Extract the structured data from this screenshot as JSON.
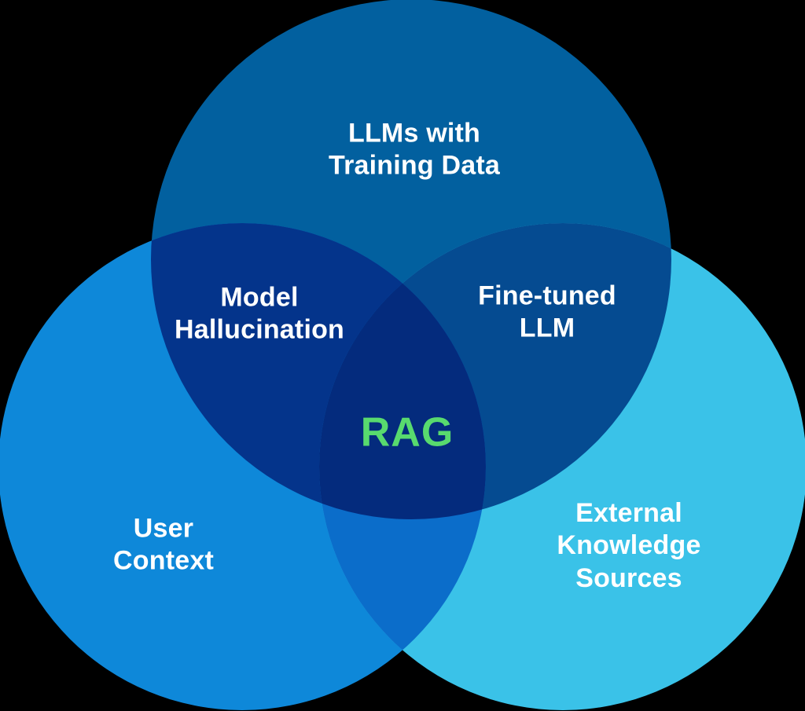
{
  "regions": {
    "top": {
      "label": "LLMs with\nTraining Data"
    },
    "left": {
      "label": "User\nContext"
    },
    "right": {
      "label": "External Knowledge\nSources"
    },
    "top_left_overlap": {
      "label": "Model\nHallucination"
    },
    "top_right_overlap": {
      "label": "Fine-tuned\nLLM"
    },
    "center_overlap": {
      "label": "RAG"
    }
  },
  "colors": {
    "background": "#000000",
    "top_circle": "#02609f",
    "left_circle": "#0e88d9",
    "right_circle": "#3ac2e8",
    "top_left_overlap": "#04348b",
    "top_right_overlap": "#054b91",
    "left_right_overlap": "#0b6dca",
    "center_overlap": "#042b7d",
    "label_text": "#ffffff",
    "rag_text": "#58da6e"
  }
}
